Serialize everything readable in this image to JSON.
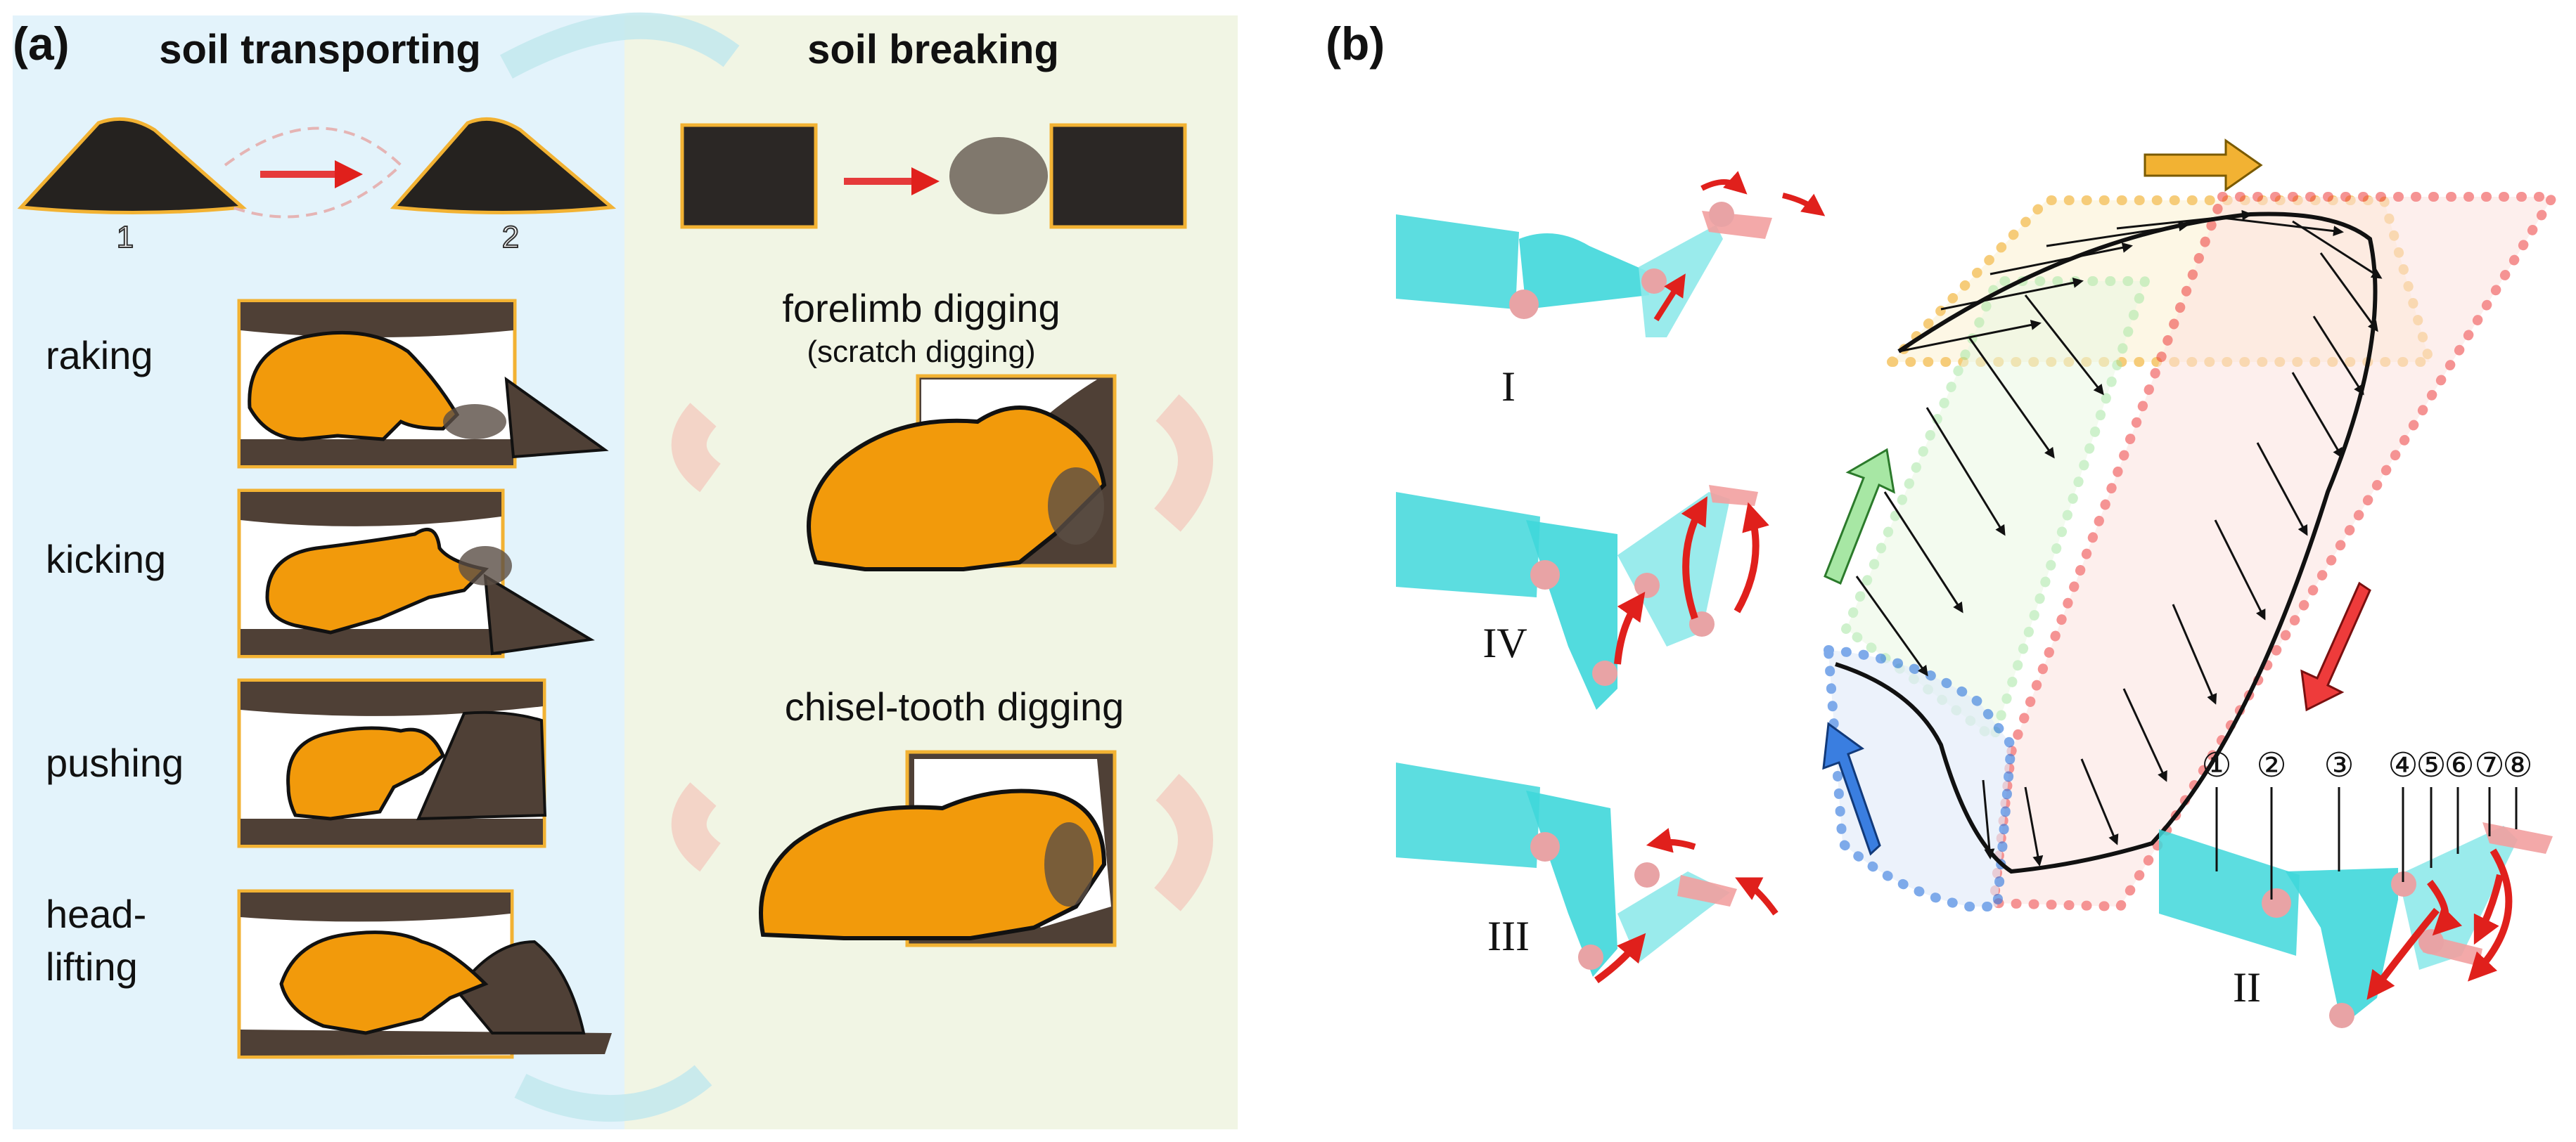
{
  "panel_a": {
    "label": "(a)",
    "left_title": "soil transporting",
    "right_title": "soil breaking",
    "pile_numbers": [
      "1",
      "2"
    ],
    "methods": [
      "raking",
      "kicking",
      "pushing",
      "head-",
      "lifting"
    ],
    "forelimb_title": "forelimb digging",
    "forelimb_subtitle": "(scratch digging)",
    "chisel_title": "chisel-tooth digging"
  },
  "panel_b": {
    "label": "(b)",
    "poses": [
      "I",
      "IV",
      "III",
      "II"
    ],
    "joints": [
      "①",
      "②",
      "③",
      "④",
      "⑤",
      "⑥",
      "⑦",
      "⑧"
    ]
  },
  "colors": {
    "left_bg": "#e3f3fb",
    "right_bg": "#f1f5e4",
    "animal": "#f29a0b",
    "burrow": "#4f4036",
    "arm": "#3fd7da",
    "joint": "#e8a3a5",
    "arrow_red": "#e0201c",
    "zone_yellow": "#f2b233",
    "zone_green": "#a7e7a4",
    "zone_red": "#ee3b3b",
    "zone_blue": "#3a7ee0"
  }
}
